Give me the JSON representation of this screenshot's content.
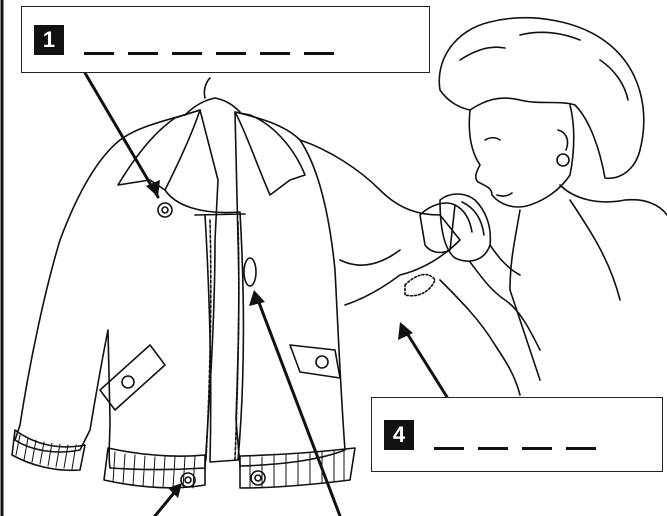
{
  "labels": [
    {
      "number": "1",
      "blanks": 6
    },
    {
      "number": "4",
      "blanks": 4
    }
  ],
  "colors": {
    "ink": "#111111",
    "paper": "#ffffff"
  }
}
